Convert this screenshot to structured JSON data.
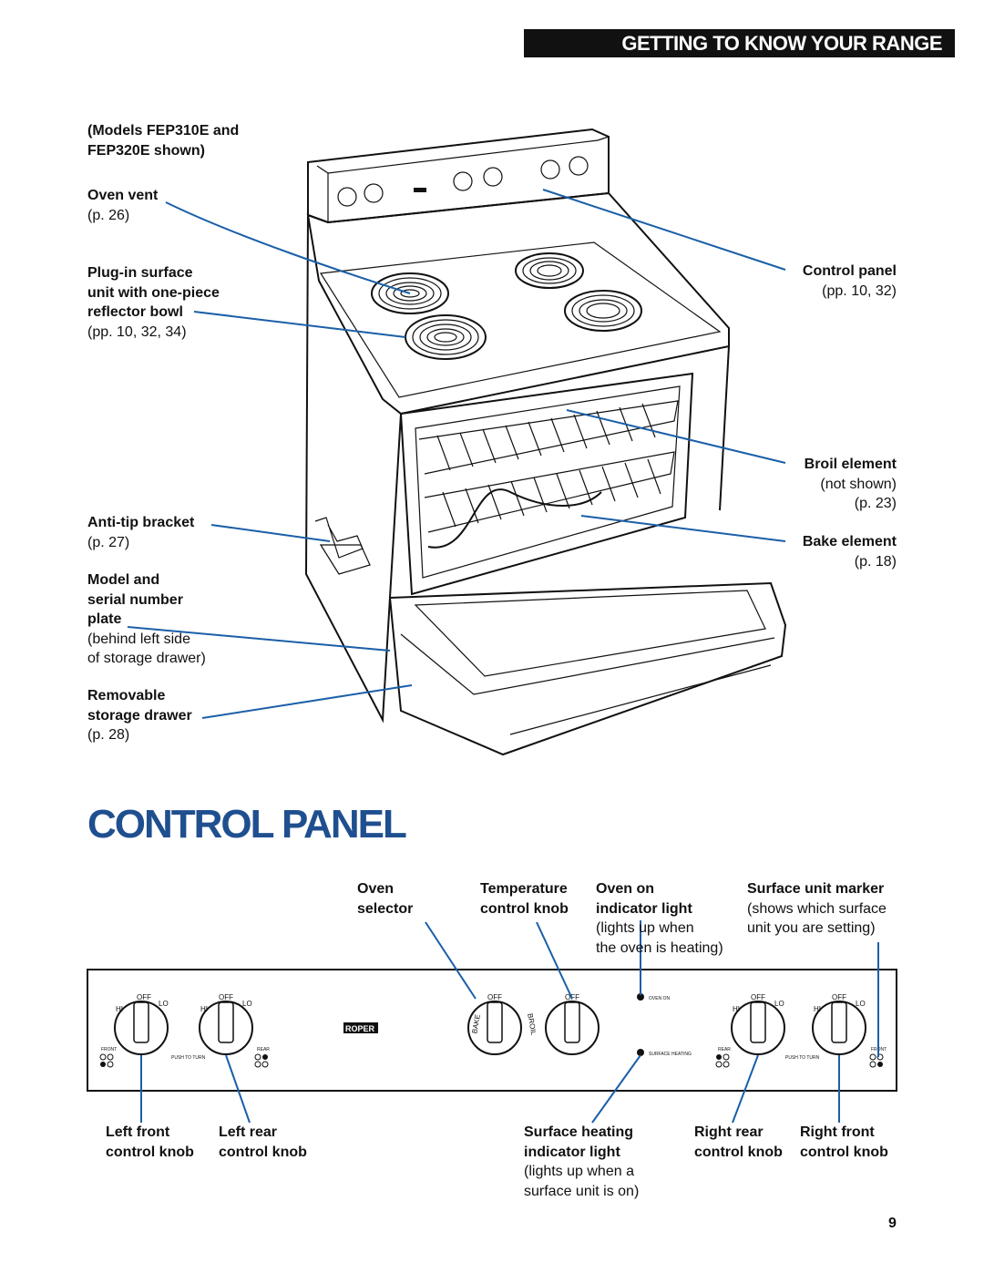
{
  "header": {
    "banner": "Getting to Know Your Range"
  },
  "range_labels": {
    "models": [
      "(Models FEP310E and",
      "FEP320E shown)"
    ],
    "oven_vent": {
      "title": "Oven vent",
      "ref": "(p. 26)"
    },
    "plug_in": {
      "lines": [
        "Plug-in surface",
        "unit with one-piece",
        "reflector bowl"
      ],
      "ref": "(pp. 10, 32, 34)"
    },
    "anti_tip": {
      "title": "Anti-tip bracket",
      "ref": "(p. 27)"
    },
    "model_serial": {
      "lines": [
        "Model and",
        "serial number",
        "plate"
      ],
      "notes": [
        "(behind left side",
        "of storage drawer)"
      ]
    },
    "storage_drawer": {
      "lines": [
        "Removable",
        "storage drawer"
      ],
      "ref": "(p. 28)"
    },
    "control_panel": {
      "title": "Control panel",
      "ref": "(pp. 10, 32)"
    },
    "broil": {
      "title": "Broil element",
      "notes": [
        "(not shown)",
        "(p. 23)"
      ]
    },
    "bake": {
      "title": "Bake element",
      "ref": "(p. 18)"
    }
  },
  "section_title": "Control Panel",
  "panel_labels": {
    "oven_selector": [
      "Oven",
      "selector"
    ],
    "temperature": [
      "Temperature",
      "control knob"
    ],
    "oven_on": {
      "lines": [
        "Oven on",
        "indicator light"
      ],
      "notes": [
        "(lights up when",
        "the oven is heating)"
      ]
    },
    "surface_marker": {
      "title": "Surface unit marker",
      "notes": [
        "(shows which surface",
        "unit you are setting)"
      ]
    },
    "left_front": [
      "Left front",
      "control knob"
    ],
    "left_rear": [
      "Left rear",
      "control knob"
    ],
    "surface_heating": {
      "lines": [
        "Surface heating",
        "indicator light"
      ],
      "notes": [
        "(lights up when a",
        "surface unit is on)"
      ]
    },
    "right_rear": [
      "Right rear",
      "control knob"
    ],
    "right_front": [
      "Right front",
      "control knob"
    ]
  },
  "panel": {
    "brand": "ROPER",
    "knob_off": "OFF",
    "knob_hi": "HI",
    "knob_lo": "LO",
    "bake": "BAKE",
    "broil": "BROIL",
    "oven_on_light": "OVEN ON",
    "surface_heating_light": "SURFACE HEATING",
    "push_to_turn": "PUSH TO TURN",
    "front": "FRONT",
    "rear": "REAR"
  },
  "page_number": "9"
}
